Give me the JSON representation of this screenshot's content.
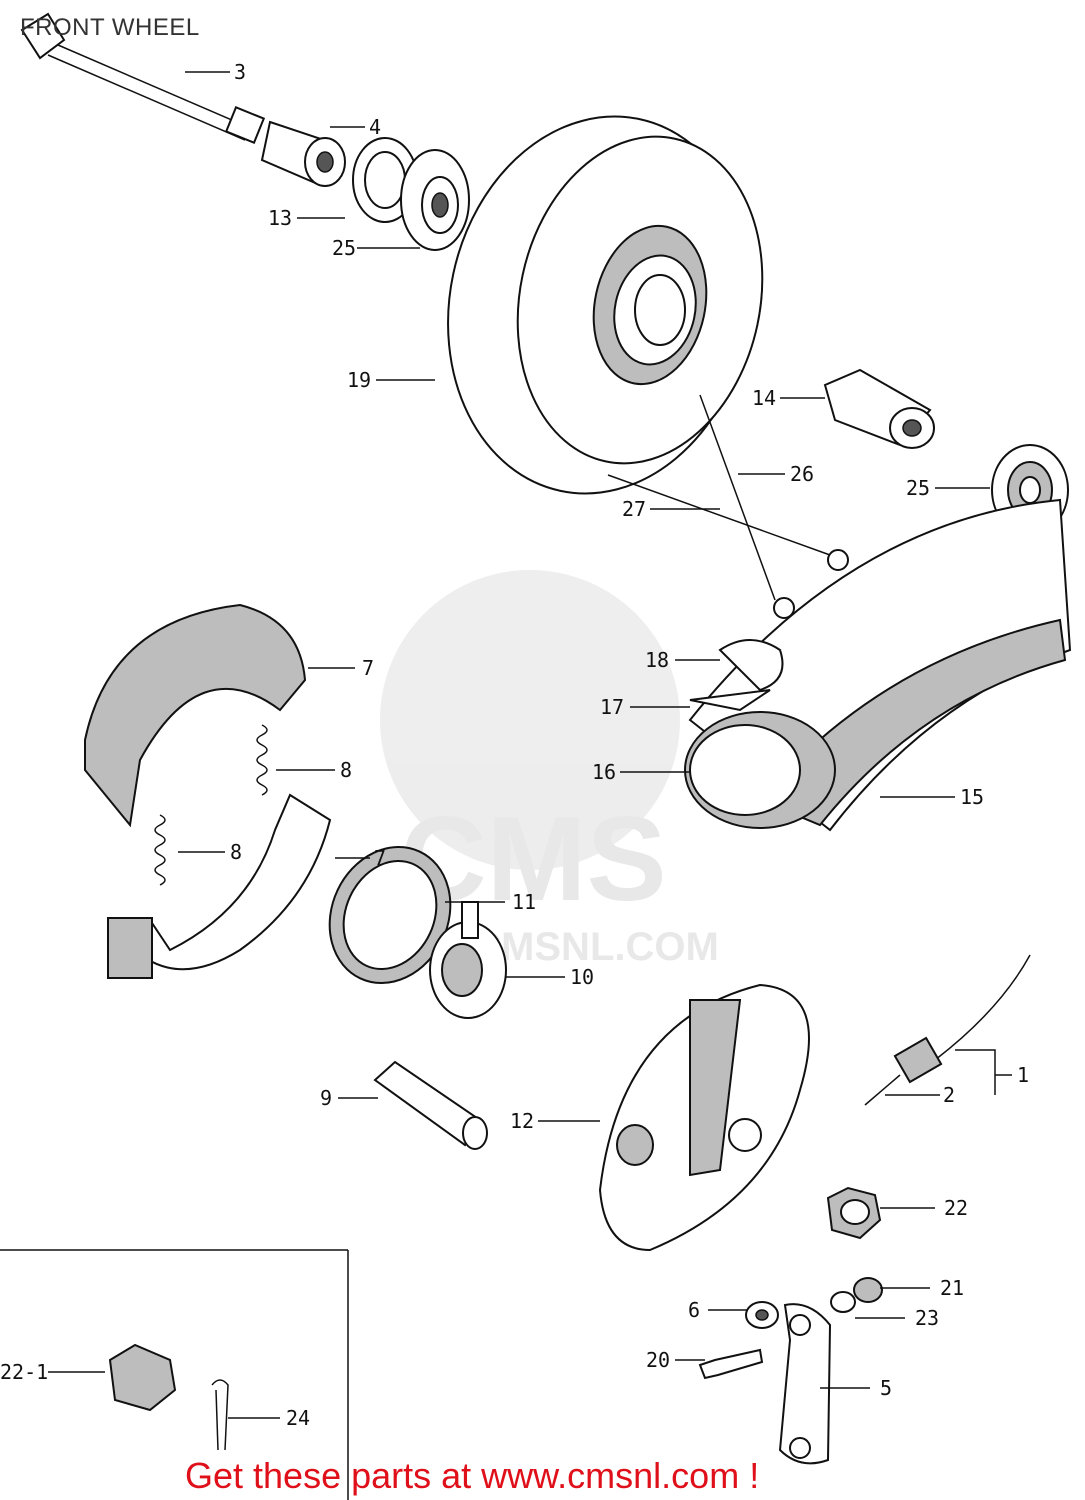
{
  "title": "FRONT WHEEL",
  "footer": "Get these parts at www.cmsnl.com !",
  "watermark": {
    "brand": "CMS",
    "url": "WWW.CMSNL.COM"
  },
  "colors": {
    "footer": "#e0101a",
    "line": "#111111",
    "watermark": "#e6e6e6"
  },
  "labels": {
    "l3": "3",
    "l4": "4",
    "l13": "13",
    "l25a": "25",
    "l19": "19",
    "l14": "14",
    "l26": "26",
    "l27": "27",
    "l25b": "25",
    "l7a": "7",
    "l8a": "8",
    "l8b": "8",
    "l7b": "7",
    "l18": "18",
    "l17": "17",
    "l16": "16",
    "l15": "15",
    "l11": "11",
    "l10": "10",
    "l1": "1",
    "l2": "2",
    "l9": "9",
    "l12": "12",
    "l22": "22",
    "l21": "21",
    "l6": "6",
    "l23": "23",
    "l20": "20",
    "l5": "5",
    "l22_1": "22-1",
    "l24": "24"
  }
}
